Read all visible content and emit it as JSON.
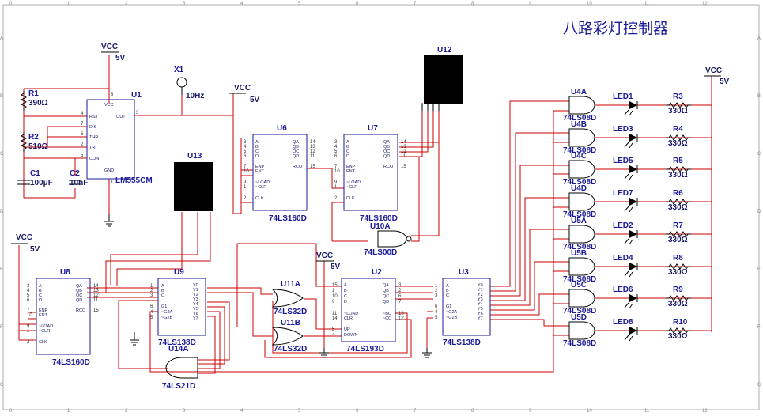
{
  "title": "八路彩灯控制器",
  "grid": {
    "cols": [
      "0",
      "1",
      "2",
      "3",
      "4",
      "5",
      "6",
      "7",
      "8",
      "9",
      "10",
      "11",
      "12"
    ],
    "rows": [
      "A",
      "B",
      "C",
      "D",
      "E",
      "F",
      "G"
    ]
  },
  "power": {
    "vcc": "VCC",
    "volt": "5V"
  },
  "u1": {
    "ref": "U1",
    "part": "LM555CM",
    "pins": {
      "vcc": "VCC",
      "rst": "RST",
      "dis": "DIS",
      "thr": "THR",
      "tri": "TRI",
      "con": "CON",
      "out": "OUT",
      "gnd": "GND"
    },
    "nums": {
      "p8": "8",
      "p4": "4",
      "p7": "7",
      "p6": "6",
      "p2": "2",
      "p5": "5",
      "p3": "3",
      "p1": "1"
    }
  },
  "passives": {
    "r1": {
      "ref": "R1",
      "val": "390Ω"
    },
    "r2": {
      "ref": "R2",
      "val": "510Ω"
    },
    "c1": {
      "ref": "C1",
      "val": "100μF"
    },
    "c2": {
      "ref": "C2",
      "val": "10nF"
    }
  },
  "x1": {
    "ref": "X1",
    "val": "10Hz"
  },
  "blocks": {
    "u12": "U12",
    "u13": "U13"
  },
  "counters": {
    "u6": {
      "ref": "U6",
      "part": "74LS160D"
    },
    "u7": {
      "ref": "U7",
      "part": "74LS160D"
    },
    "u8": {
      "ref": "U8",
      "part": "74LS160D"
    },
    "pinsL": [
      "A",
      "B",
      "C",
      "D",
      "ENP",
      "ENT",
      "~LOAD",
      "~CLR",
      "CLK"
    ],
    "pinsR": [
      "QA",
      "QB",
      "QC",
      "QD",
      "RCO"
    ],
    "numsL": [
      "3",
      "4",
      "5",
      "6",
      "7",
      "10",
      "9",
      "1",
      "2"
    ],
    "numsR": [
      "14",
      "13",
      "12",
      "11",
      "15"
    ]
  },
  "u2": {
    "ref": "U2",
    "part": "74LS193D",
    "pinsL": [
      "A",
      "B",
      "C",
      "D",
      "~LOAD",
      "CLR",
      "UP",
      "DOWN"
    ],
    "pinsR": [
      "QA",
      "QB",
      "QC",
      "QD",
      "~BO",
      "~CO"
    ],
    "numsL": [
      "15",
      "1",
      "10",
      "9",
      "11",
      "14",
      "5",
      "4"
    ],
    "numsR": [
      "3",
      "2",
      "6",
      "7",
      "13",
      "12"
    ]
  },
  "decoders": {
    "u9": {
      "ref": "U9",
      "part": "74LS138D"
    },
    "u3": {
      "ref": "U3",
      "part": "74LS138D"
    },
    "pinsL": [
      "A",
      "B",
      "C",
      "G1",
      "~G2A",
      "~G2B"
    ],
    "pinsR": [
      "Y0",
      "Y1",
      "Y2",
      "Y3",
      "Y4",
      "Y5",
      "Y6",
      "Y7"
    ],
    "numsL": [
      "1",
      "2",
      "3",
      "6",
      "4",
      "5"
    ],
    "numsR": [
      "15",
      "14",
      "13",
      "12",
      "11",
      "10",
      "9",
      "7"
    ]
  },
  "gates": {
    "u10a": {
      "ref": "U10A",
      "part": "74LS00D"
    },
    "u11a": {
      "ref": "U11A",
      "part": "74LS32D"
    },
    "u11b": {
      "ref": "U11B",
      "part": "74LS32D"
    },
    "u14a": {
      "ref": "U14A",
      "part": "74LS21D"
    },
    "ands": [
      {
        "ref": "U4A",
        "part": "74LS08D"
      },
      {
        "ref": "U4B",
        "part": "74LS08D"
      },
      {
        "ref": "U4C",
        "part": "74LS08D"
      },
      {
        "ref": "U4D",
        "part": "74LS08D"
      },
      {
        "ref": "U5A",
        "part": "74LS08D"
      },
      {
        "ref": "U5B",
        "part": "74LS08D"
      },
      {
        "ref": "U5C",
        "part": "74LS08D"
      },
      {
        "ref": "U5D",
        "part": "74LS08D"
      }
    ]
  },
  "leds": [
    {
      "ref": "LED1",
      "res": "R3",
      "val": "330Ω"
    },
    {
      "ref": "LED3",
      "res": "R4",
      "val": "330Ω"
    },
    {
      "ref": "LED5",
      "res": "R5",
      "val": "330Ω"
    },
    {
      "ref": "LED7",
      "res": "R6",
      "val": "330Ω"
    },
    {
      "ref": "LED2",
      "res": "R7",
      "val": "330Ω"
    },
    {
      "ref": "LED4",
      "res": "R8",
      "val": "330Ω"
    },
    {
      "ref": "LED6",
      "res": "R9",
      "val": "330Ω"
    },
    {
      "ref": "LED8",
      "res": "R10",
      "val": "330Ω"
    }
  ]
}
